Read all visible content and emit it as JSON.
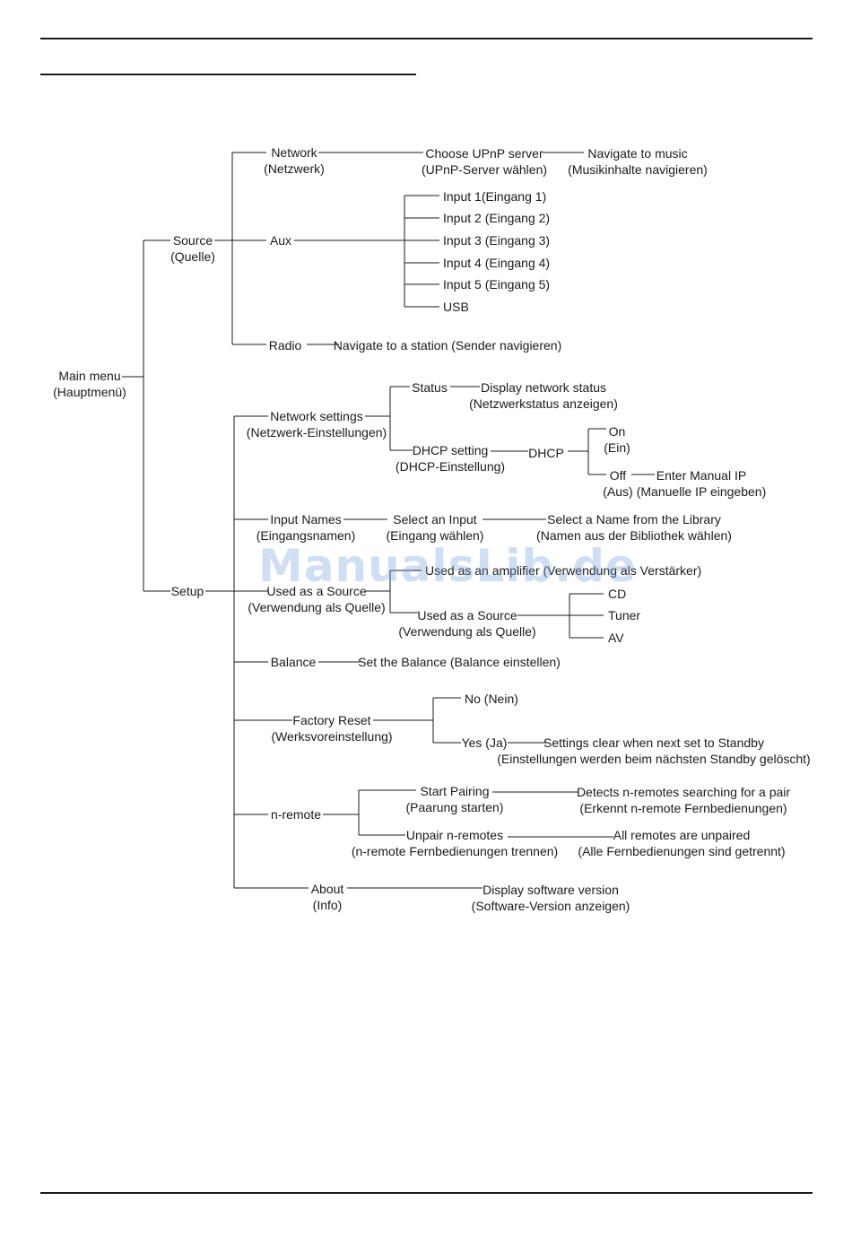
{
  "watermark": "ManualsLib.de",
  "nodes": {
    "main": [
      "Main menu",
      "(Hauptmenü)"
    ],
    "source": [
      "Source",
      "(Quelle)"
    ],
    "network": [
      "Network",
      "(Netzwerk)"
    ],
    "upnp": [
      "Choose UPnP server",
      "(UPnP-Server wählen)"
    ],
    "music": [
      "Navigate to music",
      "(Musikinhalte navigieren)"
    ],
    "aux": [
      "Aux"
    ],
    "in1": [
      "Input 1(Eingang 1)"
    ],
    "in2": [
      "Input 2 (Eingang 2)"
    ],
    "in3": [
      "Input 3 (Eingang 3)"
    ],
    "in4": [
      "Input 4 (Eingang 4)"
    ],
    "in5": [
      "Input 5 (Eingang 5)"
    ],
    "usb": [
      "USB"
    ],
    "radio": [
      "Radio"
    ],
    "station": [
      "Navigate to a station (Sender navigieren)"
    ],
    "setup": [
      "Setup"
    ],
    "netset": [
      "Network settings",
      "(Netzwerk-Einstellungen)"
    ],
    "status": [
      "Status"
    ],
    "dispnet": [
      "Display network status",
      "(Netzwerkstatus anzeigen)"
    ],
    "dhcpset": [
      "DHCP setting",
      "(DHCP-Einstellung)"
    ],
    "dhcp": [
      "DHCP"
    ],
    "on": [
      "On",
      "(Ein)"
    ],
    "off": [
      "Off",
      "(Aus)"
    ],
    "manip": [
      "Enter Manual IP",
      "(Manuelle IP eingeben)"
    ],
    "innames": [
      "Input Names",
      "(Eingangsnamen)"
    ],
    "selinput": [
      "Select an Input",
      "(Eingang wählen)"
    ],
    "selname": [
      "Select a Name from the Library",
      "(Namen aus der Bibliothek wählen)"
    ],
    "usedsrc": [
      "Used as a Source",
      "(Verwendung als Quelle)"
    ],
    "usedamp": [
      "Used as an amplifier (Verwendung als Verstärker)"
    ],
    "usedsrc2": [
      "Used as a Source",
      "(Verwendung als Quelle)"
    ],
    "cd": [
      "CD"
    ],
    "tuner": [
      "Tuner"
    ],
    "av": [
      "AV"
    ],
    "balance": [
      "Balance"
    ],
    "setbal": [
      "Set the Balance (Balance einstellen)"
    ],
    "reset": [
      "Factory Reset",
      "(Werksvoreinstellung)"
    ],
    "no": [
      "No (Nein)"
    ],
    "yes": [
      "Yes (Ja)"
    ],
    "clear": [
      "Settings clear when next set to Standby",
      "(Einstellungen werden beim nächsten Standby gelöscht)"
    ],
    "nremote": [
      "n-remote"
    ],
    "pair": [
      "Start Pairing",
      "(Paarung starten)"
    ],
    "detect": [
      "Detects n-remotes searching for a pair",
      "(Erkennt n-remote Fernbedienungen)"
    ],
    "unpair": [
      "Unpair n-remotes",
      "(n-remote Fernbedienungen trennen)"
    ],
    "allunp": [
      "All remotes are unpaired",
      "(Alle Fernbedienungen sind getrennt)"
    ],
    "about": [
      "About",
      "(Info)"
    ],
    "swver": [
      "Display software version",
      "(Software-Version anzeigen)"
    ]
  }
}
